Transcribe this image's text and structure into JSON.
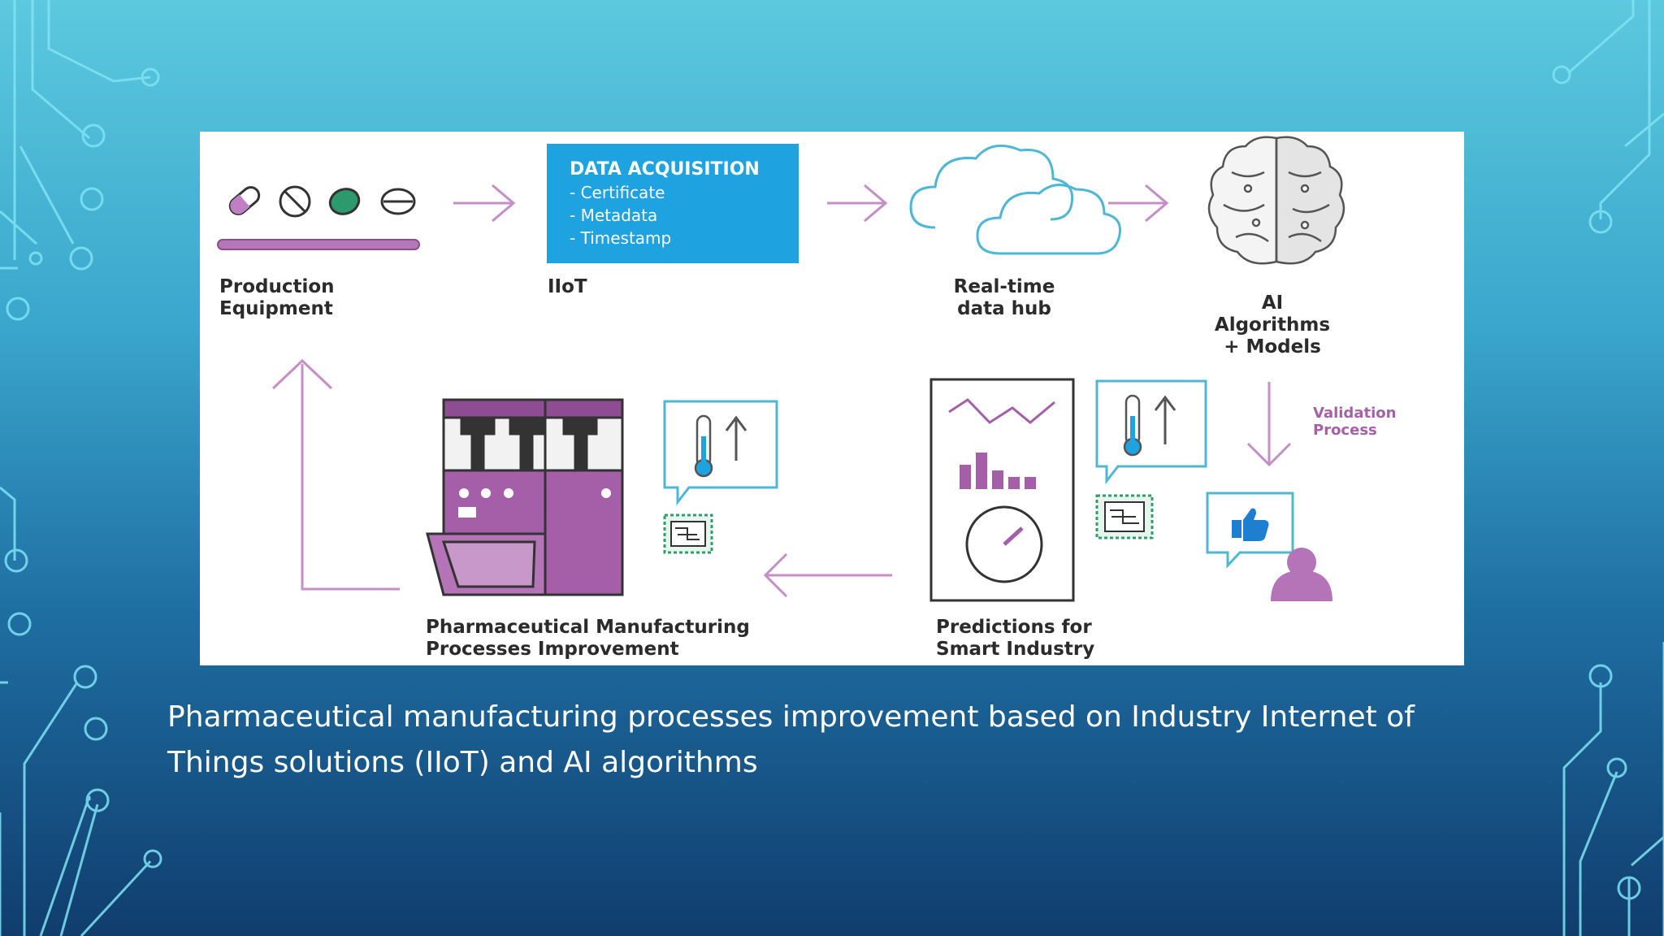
{
  "diagram": {
    "nodes": {
      "production": "Production\nEquipment",
      "iiot": "IIoT",
      "data_hub": "Real-time\ndata hub",
      "ai": "AI\nAlgorithms\n+ Models",
      "validation": "Validation\nProcess",
      "predictions": "Predictions for\nSmart Industry",
      "manufacturing": "Pharmaceutical Manufacturing\nProcesses Improvement"
    },
    "data_acquisition": {
      "title": "DATA ACQUISITION",
      "items": [
        "- Certificate",
        "- Metadata",
        "- Timestamp"
      ]
    }
  },
  "caption": "Pharmaceutical manufacturing processes improvement based on Industry Internet of Things solutions (IIoT) and AI algorithms",
  "colors": {
    "accent_purple": "#a660a8",
    "box_blue": "#1ea3e0",
    "cloud_blue": "#4fb7d6",
    "chip_green": "#2e9e6b"
  }
}
